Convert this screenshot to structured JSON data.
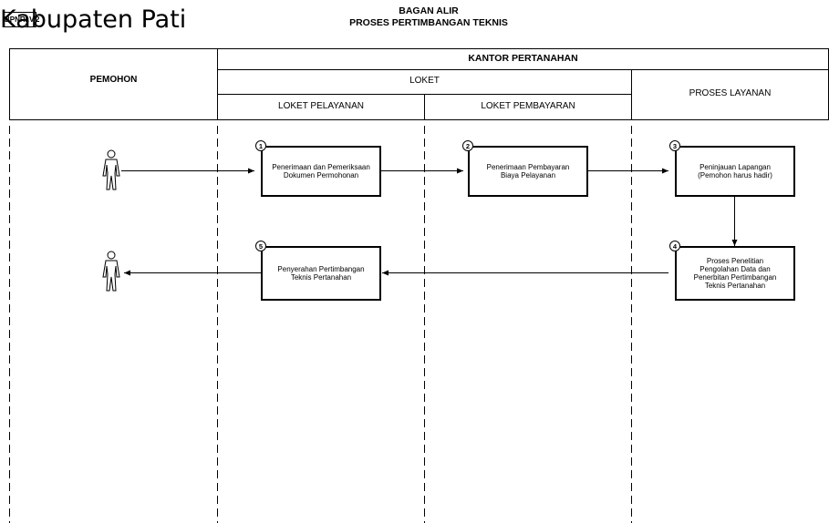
{
  "doc_code": "BPNRI.V.2",
  "overlay_title": "Kabupaten Pati",
  "title": {
    "line1": "BAGAN ALIR",
    "line2": "PROSES PERTIMBANGAN TEKNIS"
  },
  "header": {
    "pemohon": "PEMOHON",
    "kantor": "KANTOR PERTANAHAN",
    "loket": "LOKET",
    "loket_pelayanan": "LOKET PELAYANAN",
    "loket_pembayaran": "LOKET PEMBAYARAN",
    "proses_layanan": "PROSES LAYANAN"
  },
  "steps": [
    {
      "number": "1",
      "text": "Penerimaan dan Pemeriksaan\nDokumen Permohonan"
    },
    {
      "number": "2",
      "text": "Penerimaan Pembayaran\nBiaya Pelayanan"
    },
    {
      "number": "3",
      "text": "Peninjauan Lapangan\n(Pemohon harus hadir)"
    },
    {
      "number": "4",
      "text": "Proses Penelitian\nPengolahan Data dan\nPenerbitan Pertimbangan\nTeknis Pertanahan"
    },
    {
      "number": "5",
      "text": "Penyerahan Pertimbangan\nTeknis Pertanahan"
    }
  ]
}
